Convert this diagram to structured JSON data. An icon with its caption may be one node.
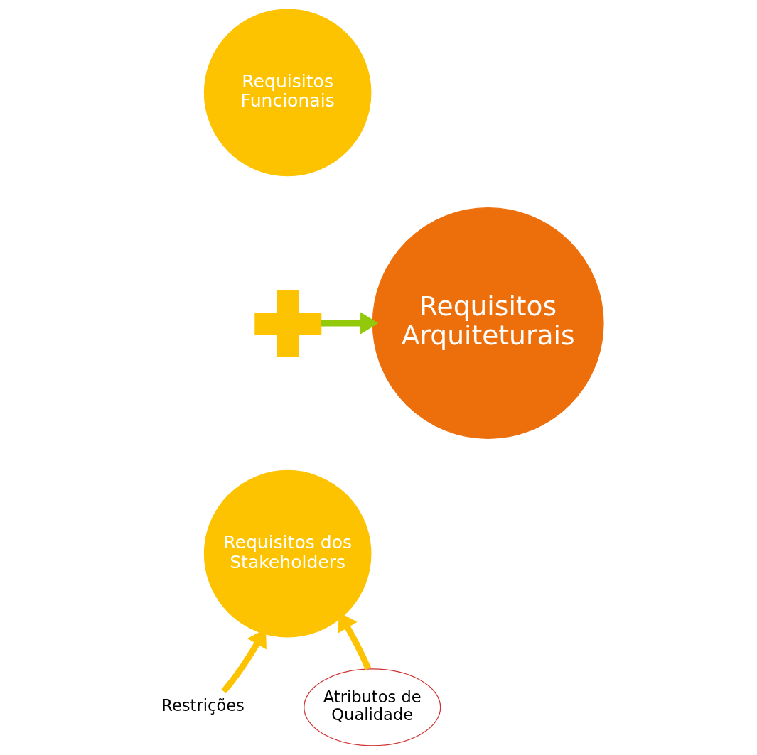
{
  "diagram": {
    "nodes": [
      {
        "text": [
          "Requisitos Funcionais"
        ]
      },
      {
        "text": [],
        "shape": "plus"
      },
      {
        "text": [
          "Requisitos Arquiteturais"
        ]
      },
      {
        "text": [
          "Requisitos dos Stakeholders"
        ]
      },
      {
        "text": [
          "Restrições"
        ]
      },
      {
        "text": [
          "Atributos de Qualidade"
        ]
      }
    ],
    "edges": [
      {
        "from": 1,
        "to": 2,
        "arrow": "to",
        "color": "#92c90a"
      },
      {
        "from": 4,
        "to": 3,
        "arrow": "to",
        "color": "#fdc300"
      },
      {
        "from": 5,
        "to": 3,
        "arrow": "to",
        "color": "#fdc300"
      }
    ]
  }
}
